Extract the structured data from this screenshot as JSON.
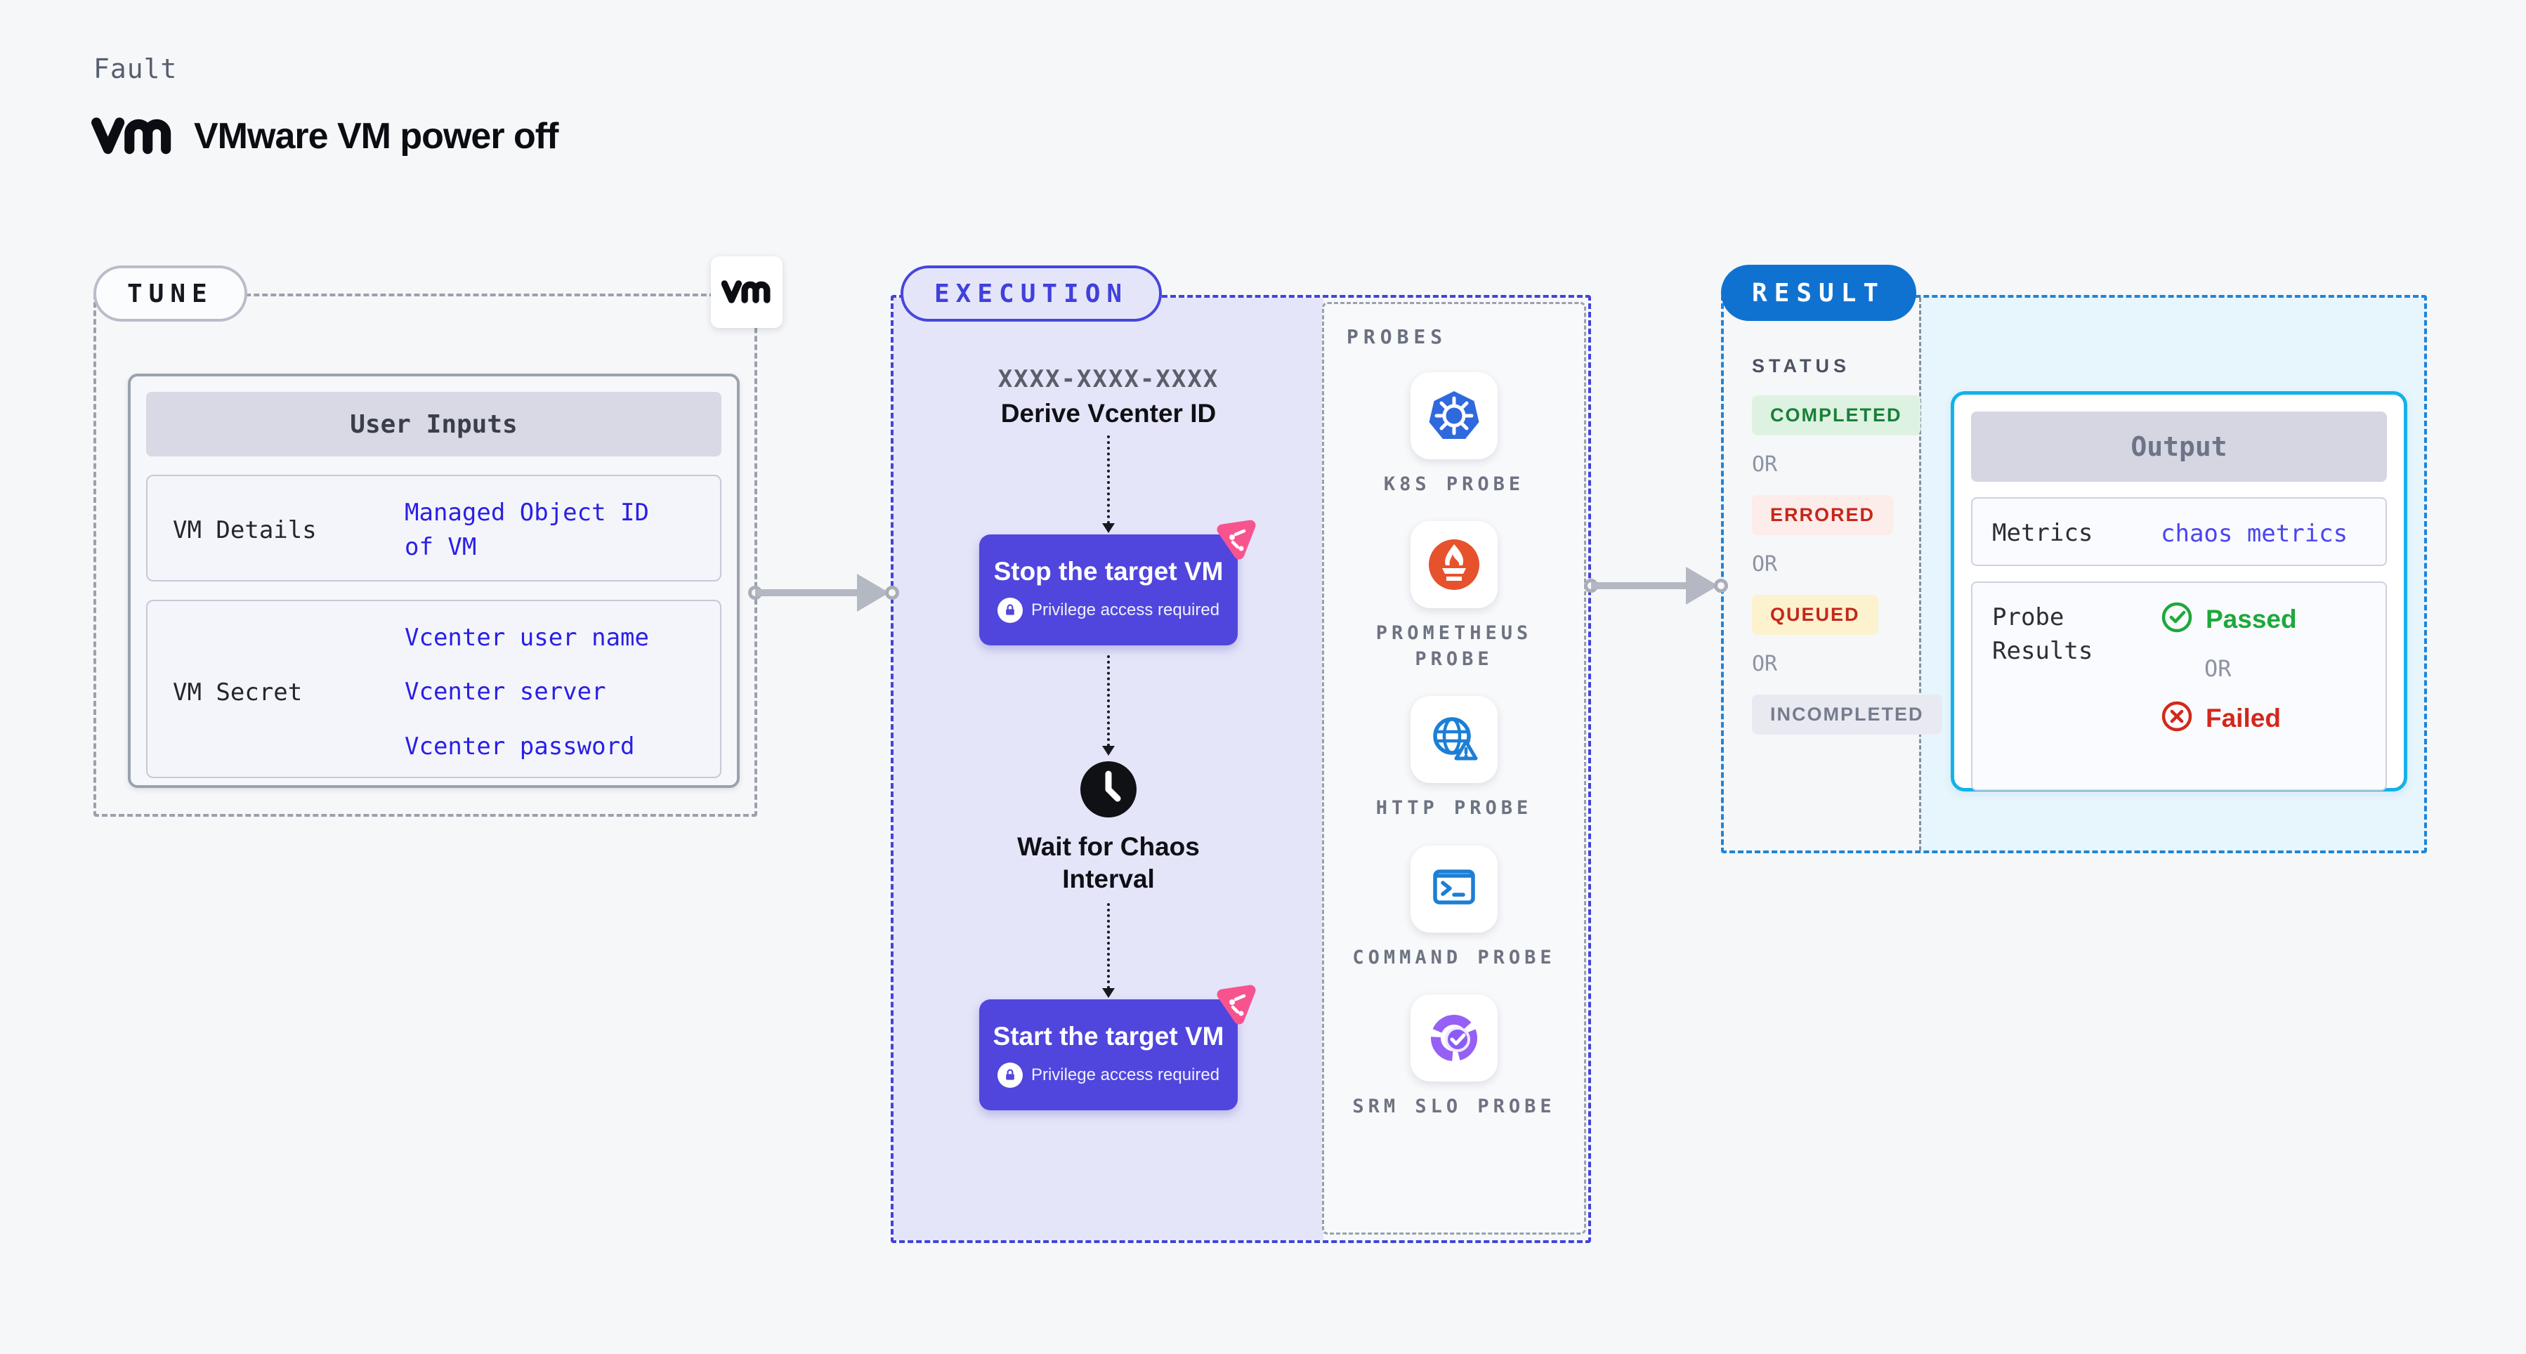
{
  "header": {
    "kicker": "Fault",
    "title": "VMware VM power off",
    "logo_text": "vm"
  },
  "tune": {
    "badge": "TUNE",
    "vm_logo_text": "vm",
    "user_inputs": {
      "header": "User Inputs",
      "rows": [
        {
          "label": "VM Details",
          "values": [
            "Managed Object ID of VM"
          ]
        },
        {
          "label": "VM Secret",
          "values": [
            "Vcenter user name",
            "Vcenter server",
            "Vcenter password"
          ]
        }
      ]
    }
  },
  "execution": {
    "badge": "EXECUTION",
    "node_id": "XXXX-XXXX-XXXX",
    "node_title": "Derive Vcenter ID",
    "stop_button": {
      "label": "Stop the target VM",
      "note": "Privilege access required"
    },
    "wait_label": "Wait for Chaos Interval",
    "start_button": {
      "label": "Start the target VM",
      "note": "Privilege access required"
    }
  },
  "probes": {
    "title": "PROBES",
    "items": [
      {
        "label": "K8S PROBE",
        "icon": "kubernetes-icon"
      },
      {
        "label": "PROMETHEUS PROBE",
        "icon": "prometheus-icon"
      },
      {
        "label": "HTTP PROBE",
        "icon": "http-globe-icon"
      },
      {
        "label": "COMMAND PROBE",
        "icon": "terminal-icon"
      },
      {
        "label": "SRM SLO PROBE",
        "icon": "slo-donut-icon"
      }
    ]
  },
  "result": {
    "badge": "RESULT",
    "status_title": "STATUS",
    "or_label": "OR",
    "statuses": [
      {
        "label": "COMPLETED",
        "fg": "#188038",
        "bg": "#def2e2"
      },
      {
        "label": "ERRORED",
        "fg": "#c5271c",
        "bg": "#fcecea"
      },
      {
        "label": "QUEUED",
        "fg": "#c5271c",
        "bg": "#fcf2cd"
      },
      {
        "label": "INCOMPLETED",
        "fg": "#767c8d",
        "bg": "#e9eaf1"
      }
    ],
    "output": {
      "header": "Output",
      "metrics_label": "Metrics",
      "metrics_value": "chaos metrics",
      "probe_results_label": "Probe Results",
      "passed_label": "Passed",
      "or_label": "OR",
      "failed_label": "Failed"
    }
  },
  "colors": {
    "page_bg": "#f6f7f9",
    "accent_indigo": "#5046dd",
    "exec_dash_blue": "#4343d9",
    "exec_fill_lavender": "#e5e5f9",
    "result_dash_blue": "#1e85d9",
    "result_badge_blue": "#1072d0",
    "output_border_cyan": "#14b2ea",
    "litmus_pink": "#f7548f",
    "value_blue": "#2a1fe6",
    "passed_green": "#1ea83c",
    "failed_red": "#d2281c",
    "kubernetes_blue": "#3069de",
    "prometheus_orange": "#e6522c",
    "probe_icon_blue": "#1c7fd6",
    "slo_purple": "#8b5cf6"
  }
}
